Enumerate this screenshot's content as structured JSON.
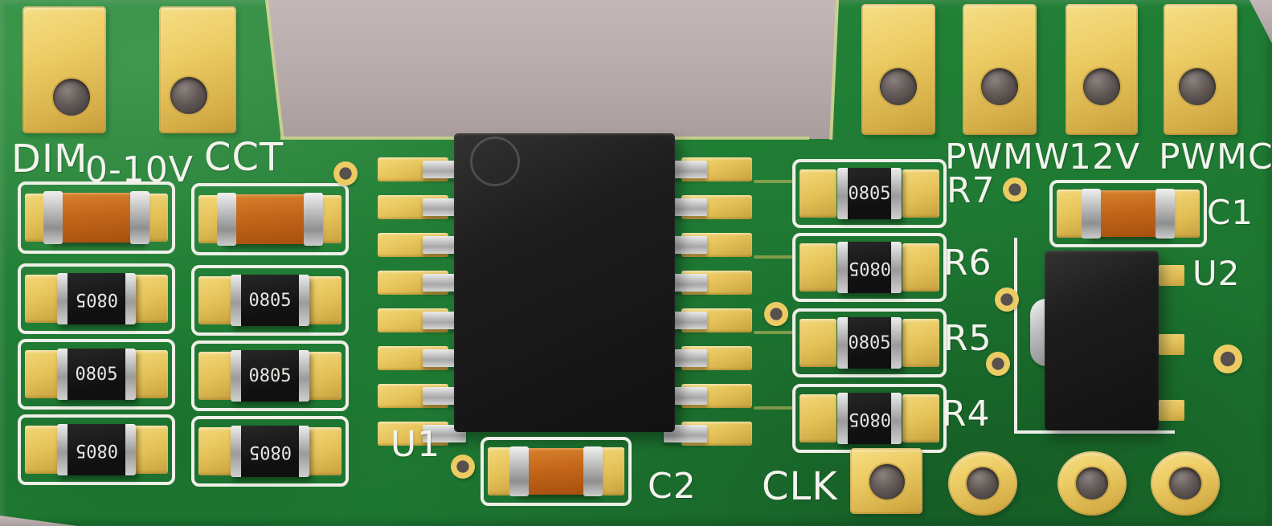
{
  "board": {
    "type": "3d-pcb-render",
    "colors": {
      "soldermask_green": "#1f7c33",
      "pad_gold": "#eccb63",
      "silkscreen_white": "#f3f3ee",
      "background_gray": "#b3a6a6",
      "chip_black": "#161616",
      "capacitor_orange": "#c4661a",
      "lead_gray": "#b5b5b5"
    },
    "connectors": {
      "dim": "DIM",
      "dim_range": "0-10V",
      "cct": "CCT",
      "pwmw": "PWMW",
      "v12": "12V",
      "pwmc": "PWMC",
      "clk": "CLK"
    },
    "designators": {
      "u1": "U1",
      "u2": "U2",
      "c1": "C1",
      "c2": "C2",
      "r4": "R4",
      "r5": "R5",
      "r6": "R6",
      "r7": "R7"
    },
    "markings": {
      "chip_size": "0805"
    }
  }
}
